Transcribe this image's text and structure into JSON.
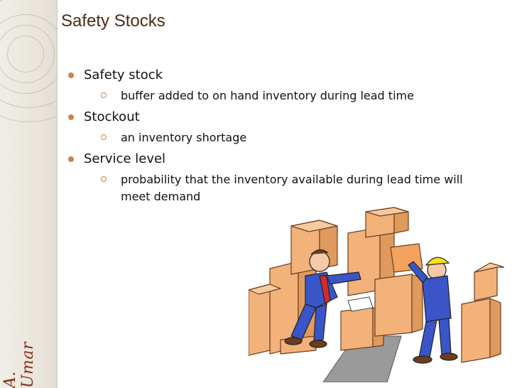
{
  "slide": {
    "title": "Safety Stocks",
    "author": "A. Umar",
    "bullets": [
      {
        "label": "Safety stock",
        "sub": "buffer added to on hand inventory during lead time"
      },
      {
        "label": "Stockout",
        "sub": "an inventory shortage"
      },
      {
        "label": "Service level",
        "sub": "probability that the inventory available during lead time will meet demand"
      }
    ]
  },
  "colors": {
    "title": "#4a2a16",
    "bullet": "#c9834a",
    "author": "#8b2c13",
    "box": "#f2b27a"
  }
}
